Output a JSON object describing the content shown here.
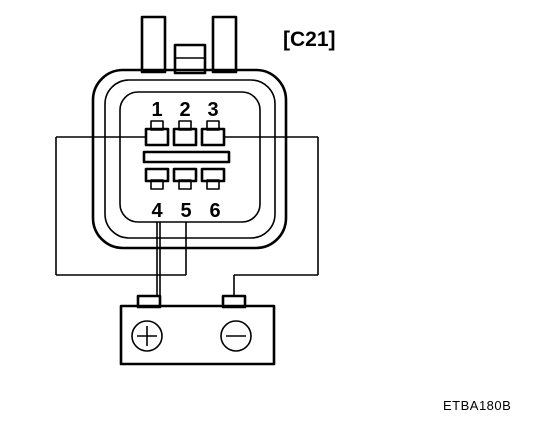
{
  "connector": {
    "id_label": "[C21]",
    "top_pin_numbers": [
      "1",
      "2",
      "3"
    ],
    "bottom_pin_numbers": [
      "4",
      "5",
      "6"
    ]
  },
  "battery": {
    "positive_symbol": "+",
    "negative_symbol": "−"
  },
  "figure_code": "ETBA180B"
}
